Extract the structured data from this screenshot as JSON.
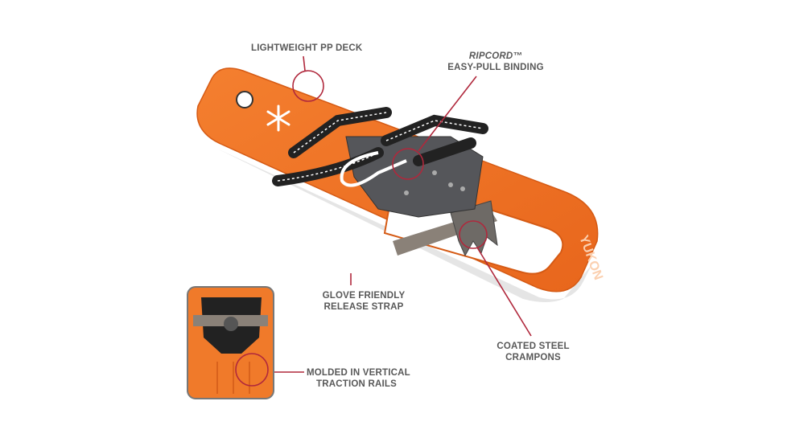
{
  "callouts": {
    "deck": "LIGHTWEIGHT PP DECK",
    "ripcord_brand": "RIPCORD™",
    "ripcord_desc": "EASY-PULL BINDING",
    "glove_line1": "GLOVE FRIENDLY",
    "glove_line2": "RELEASE STRAP",
    "crampons_line1": "COATED STEEL",
    "crampons_line2": "CRAMPONS",
    "rails_line1": "MOLDED IN VERTICAL",
    "rails_line2": "TRACTION RAILS"
  },
  "product": {
    "brand_mark": "YUKON"
  },
  "colors": {
    "accent": "#b0283c",
    "deck": "#f07a2a",
    "text": "#585858"
  }
}
